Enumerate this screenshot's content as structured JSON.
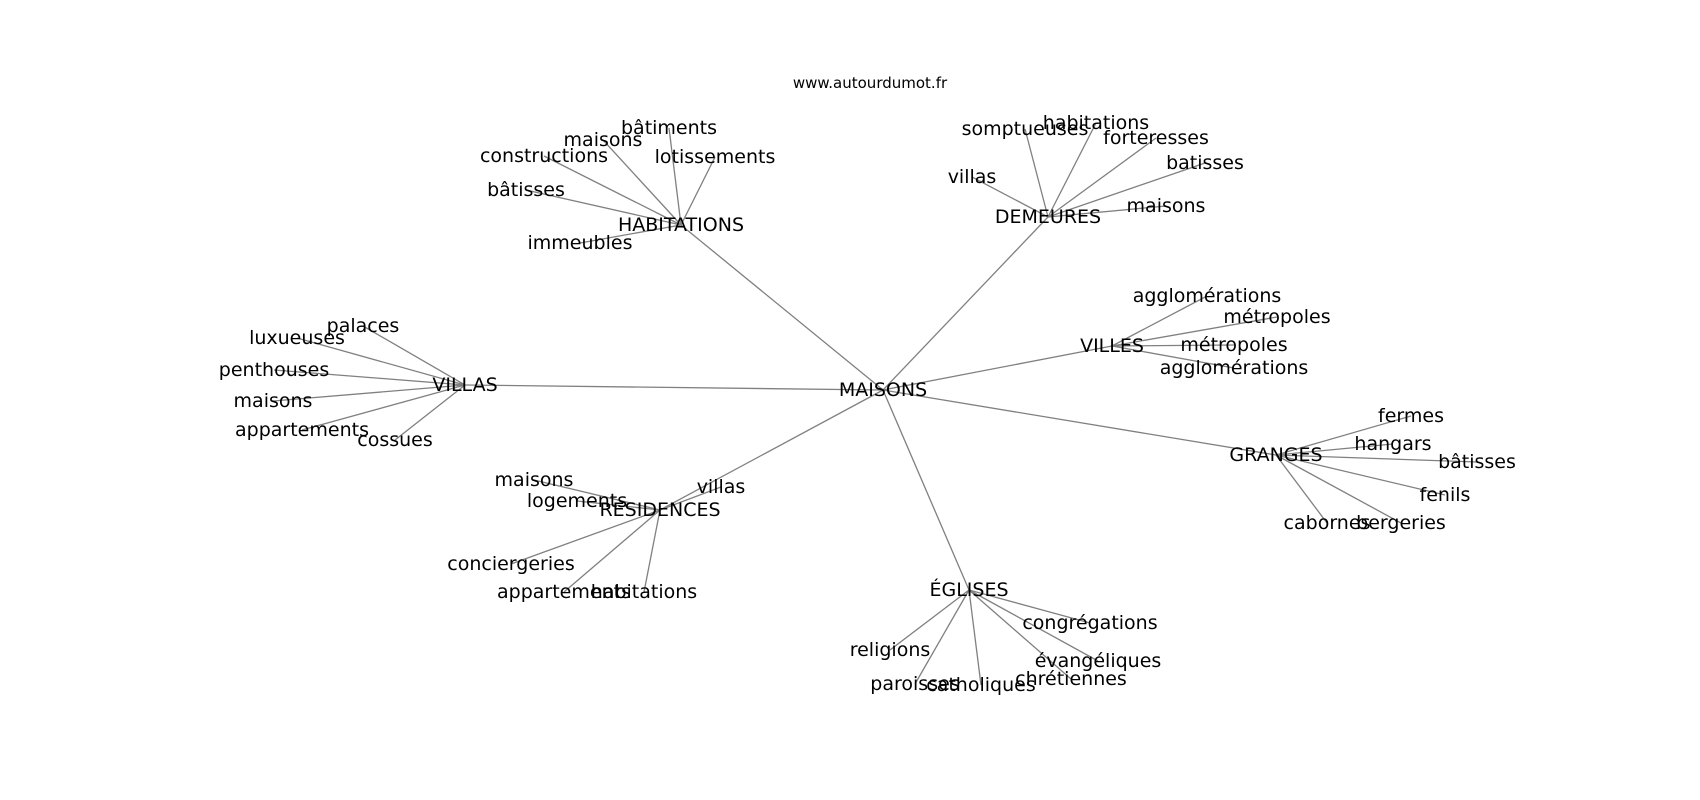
{
  "source": "www.autourdumot.fr",
  "graph": {
    "root": "MAISONS",
    "hubs": [
      {
        "label": "HABITATIONS",
        "leaves": [
          "bâtiments",
          "maisons",
          "constructions",
          "lotissements",
          "bâtisses",
          "immeubles"
        ]
      },
      {
        "label": "DEMEURES",
        "leaves": [
          "somptueuses",
          "habitations",
          "forteresses",
          "batisses",
          "villas",
          "maisons"
        ]
      },
      {
        "label": "VILLES",
        "leaves": [
          "agglomérations",
          "métropoles",
          "métropoles",
          "agglomérations"
        ]
      },
      {
        "label": "VILLAS",
        "leaves": [
          "palaces",
          "luxueuses",
          "penthouses",
          "maisons",
          "appartements",
          "cossues"
        ]
      },
      {
        "label": "GRANGES",
        "leaves": [
          "fermes",
          "hangars",
          "bâtisses",
          "fenils",
          "cabornes",
          "bergeries"
        ]
      },
      {
        "label": "RESIDENCES",
        "leaves": [
          "villas",
          "maisons",
          "logements",
          "conciergeries",
          "appartements",
          "habitations"
        ]
      },
      {
        "label": "ÉGLISES",
        "leaves": [
          "congrégations",
          "évangéliques",
          "religions",
          "chrétiennes",
          "paroisses",
          "catholiques"
        ]
      }
    ]
  },
  "colors": {
    "edge": "#808080",
    "text": "#000000",
    "background": "#ffffff"
  }
}
